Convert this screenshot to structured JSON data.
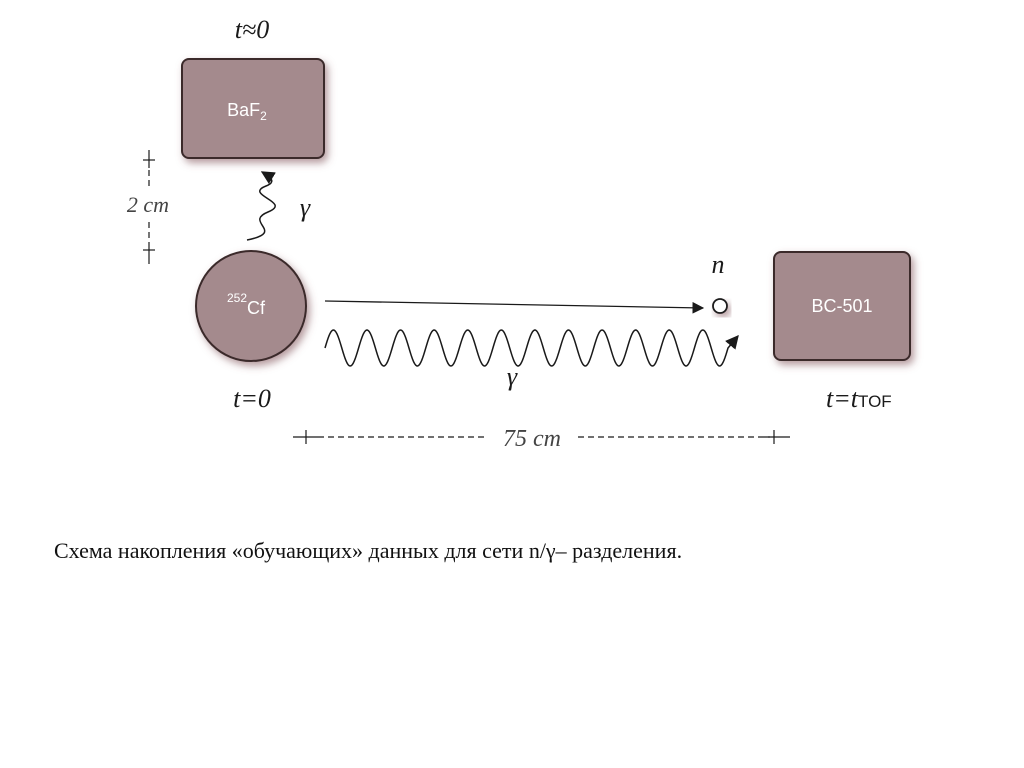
{
  "diagram": {
    "baf2_time_label": "t≈0",
    "baf2_name": "BaF",
    "baf2_subscript": "2",
    "distance_small": "2 cm",
    "gamma_up_label": "γ",
    "source_mass": "252",
    "source_name": "Cf",
    "source_time_label": "t=0",
    "neutron_label": "n",
    "gamma_horizontal_label": "γ",
    "bc501_name": "BC-501",
    "bc501_time_main": "t=t",
    "bc501_time_sub": "TOF",
    "distance_large": "75 cm"
  },
  "caption": "Схема накопления «обучающих» данных для сети n/γ– разделения.",
  "colors": {
    "detector_fill": "#a48a8d",
    "detector_stroke": "#3a2a2c",
    "shadow": "#7a4a50"
  }
}
